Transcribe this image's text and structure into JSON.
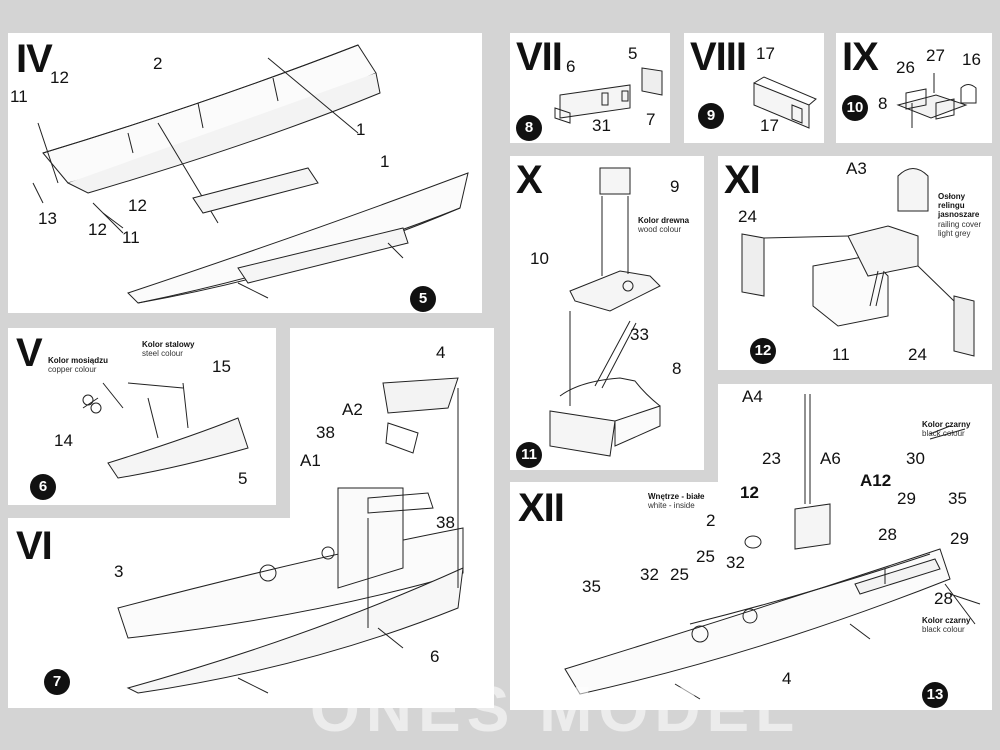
{
  "steps": {
    "iv": {
      "title": "IV",
      "badge": "5",
      "labels": [
        "11",
        "12",
        "2",
        "1",
        "1",
        "13",
        "12",
        "12",
        "11"
      ]
    },
    "v": {
      "title": "V",
      "badge": "6",
      "labels": [
        "14",
        "15",
        "5"
      ],
      "notes": {
        "copper": {
          "pl": "Kolor mosiądzu",
          "en": "copper colour"
        },
        "steel": {
          "pl": "Kolor stalowy",
          "en": "steel colour"
        }
      }
    },
    "vi": {
      "title": "VI",
      "badge": "7",
      "labels": [
        "4",
        "A2",
        "38",
        "A1",
        "38",
        "3",
        "6"
      ]
    },
    "vii": {
      "title": "VII",
      "badge": "8",
      "labels": [
        "5",
        "6",
        "31",
        "7"
      ]
    },
    "viii": {
      "title": "VIII",
      "badge": "9",
      "labels": [
        "17",
        "17"
      ]
    },
    "ix": {
      "title": "IX",
      "badge": "10",
      "labels": [
        "26",
        "27",
        "16",
        "8"
      ]
    },
    "x": {
      "title": "X",
      "badge": "11",
      "labels": [
        "9",
        "10",
        "33",
        "8"
      ],
      "notes": {
        "wood": {
          "pl": "Kolor drewna",
          "en": "wood colour"
        }
      }
    },
    "xi": {
      "title": "XI",
      "badge": "12",
      "labels": [
        "A3",
        "24",
        "11",
        "24"
      ],
      "notes": {
        "railing": {
          "pl": "Osłony relingu jasnoszare",
          "en": "railing cover light grey"
        }
      }
    },
    "xii": {
      "title": "XII",
      "badge": "13",
      "labels": [
        "A4",
        "23",
        "A6",
        "30",
        "12",
        "A12",
        "29",
        "35",
        "2",
        "28",
        "29",
        "25",
        "32",
        "25",
        "32",
        "35",
        "28",
        "4"
      ],
      "notes": {
        "inside": {
          "pl": "Wnętrze - białe",
          "en": "white - inside"
        },
        "black1": {
          "pl": "Kolor czarny",
          "en": "black colour"
        },
        "black2": {
          "pl": "Kolor czarny",
          "en": "black colour"
        }
      }
    }
  },
  "watermark": "ONES MODEL"
}
